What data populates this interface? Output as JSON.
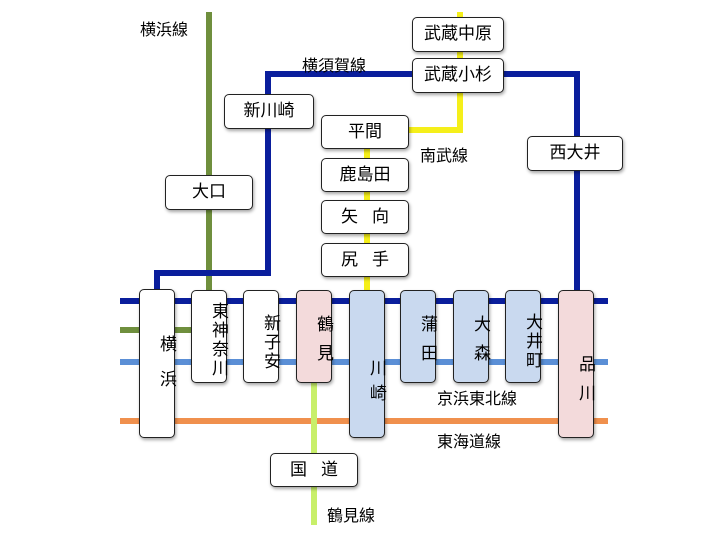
{
  "colors": {
    "yokosuka": "#0a1e9c",
    "yokohama": "#6f8f3d",
    "keihin_tohoku": "#5b8fd6",
    "tokaido": "#f0904d",
    "nambu": "#f5ef1a",
    "tsurumi": "#c8ef6a"
  },
  "line_labels": {
    "yokohama": "横浜線",
    "yokosuka": "横須賀線",
    "nambu": "南武線",
    "keihin_tohoku": "京浜東北線",
    "tokaido": "東海道線",
    "tsurumi": "鶴見線"
  },
  "stations": {
    "musashi_nakahara": "武蔵中原",
    "musashi_kosugi": "武蔵小杉",
    "shin_kawasaki": "新川崎",
    "nishi_oi": "西大井",
    "hirama": "平間",
    "kashimada": "鹿島田",
    "yako": "矢向",
    "shitte": "尻手",
    "ooguchi": "大口",
    "kokudo": "国道",
    "yokohama": "横浜",
    "higashi_kanagawa": "東神奈川",
    "shin_koyasu": "新子安",
    "tsurumi": "鶴見",
    "kawasaki": "川崎",
    "kamata": "蒲田",
    "omori": "大森",
    "oimachi": "大井町",
    "shinagawa": "品川"
  }
}
